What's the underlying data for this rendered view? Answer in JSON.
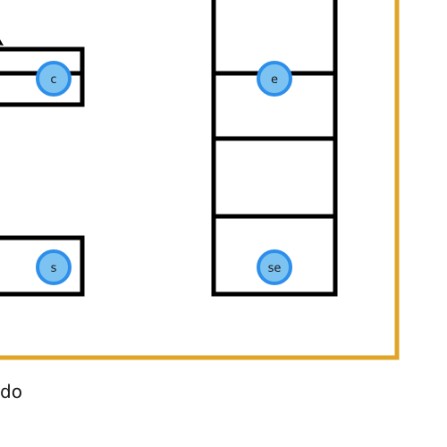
{
  "colors": {
    "frame": "#E0A526",
    "box_stroke": "#000000",
    "handle_fill": "#7CC3F2",
    "handle_ring": "#2E8FEA"
  },
  "handles": {
    "center": "c",
    "east": "e",
    "south": "s",
    "southeast": "se"
  },
  "caption": "do"
}
